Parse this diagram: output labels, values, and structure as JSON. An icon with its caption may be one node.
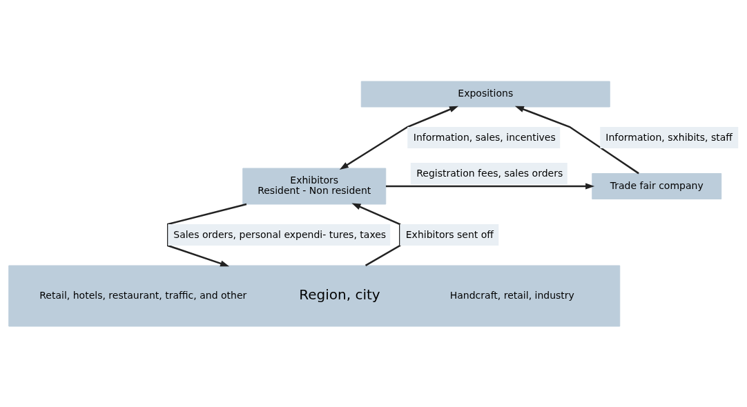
{
  "diagram": {
    "nodes": [
      {
        "text": [
          "Expositions"
        ]
      },
      {
        "text": [
          "Exhibitors",
          "Resident - Non resident"
        ]
      },
      {
        "text": [
          "Trade fair company"
        ]
      },
      {
        "text": [
          "Retail, hotels, restaurant, traffic, and other",
          "Region, city",
          "Handcraft, retail, industry"
        ]
      }
    ],
    "edges": [
      {
        "from": 1,
        "to": 0,
        "arrow": "both",
        "label": "Information, sales, incentives"
      },
      {
        "from": 1,
        "to": 2,
        "arrow": "to",
        "label": "Registration fees, sales orders"
      },
      {
        "from": 2,
        "to": 0,
        "arrow": "to",
        "label": "Information, sxhibits, staff"
      },
      {
        "from": 1,
        "to": 3,
        "arrow": "to",
        "label": "Sales orders, personal expendi- tures, taxes"
      },
      {
        "from": 3,
        "to": 1,
        "arrow": "to",
        "label": "Exhibitors sent off"
      }
    ]
  }
}
